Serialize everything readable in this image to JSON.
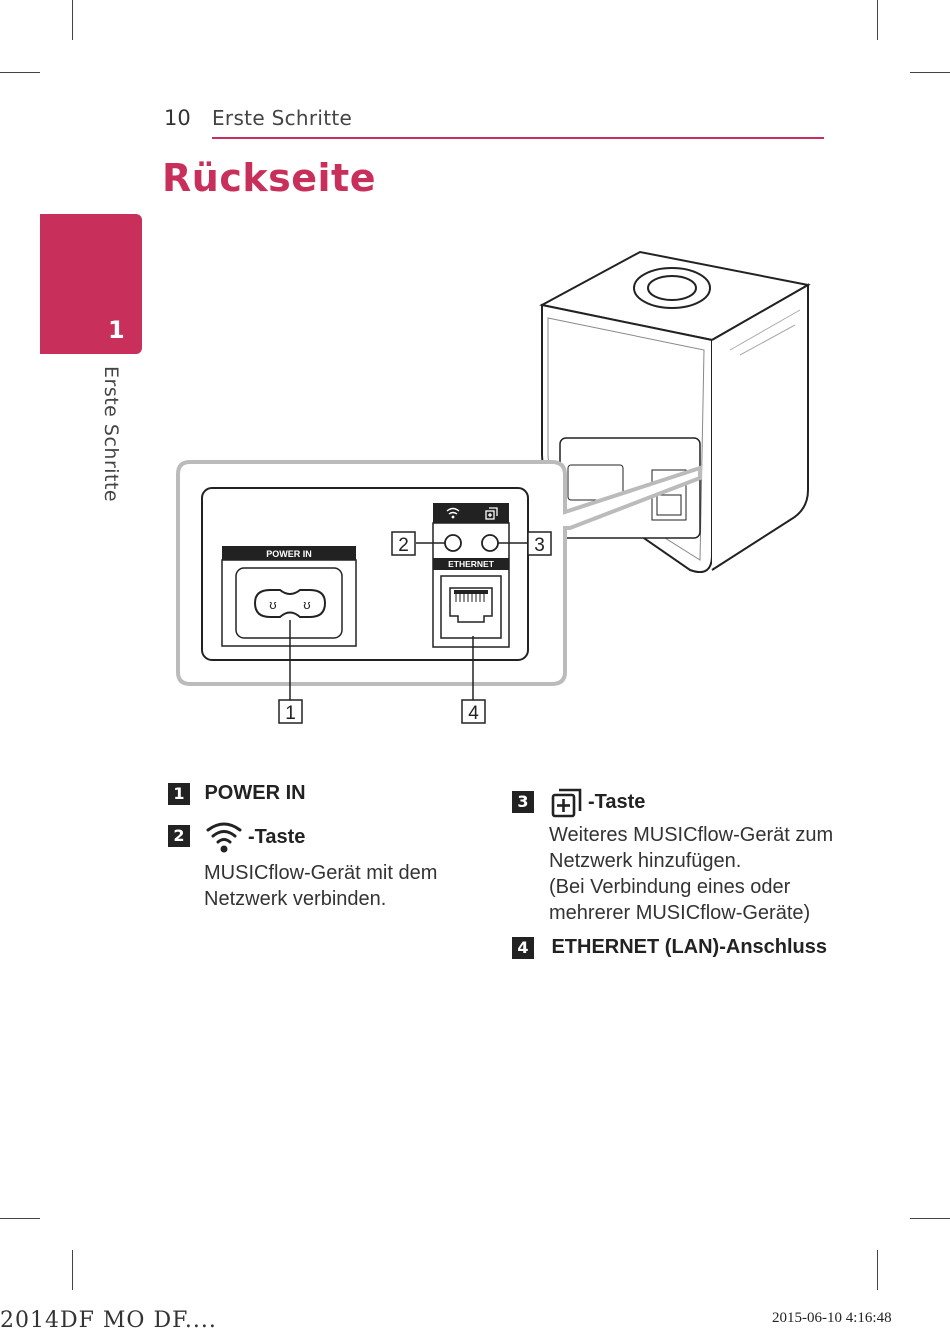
{
  "header": {
    "page_number": "10",
    "section": "Erste Schritte"
  },
  "title": "Rückseite",
  "side_tab": {
    "number": "1",
    "label": "Erste Schritte"
  },
  "diagram": {
    "label_power_in": "POWER IN",
    "label_ethernet": "ETHERNET",
    "callouts": [
      "1",
      "2",
      "3",
      "4"
    ]
  },
  "items": [
    {
      "badge": "1",
      "title": "POWER IN",
      "text": ""
    },
    {
      "badge": "2",
      "title": "-Taste",
      "icon": "wifi-icon",
      "text_line1": "MUSICflow-Gerät mit dem",
      "text_line2": "Netzwerk verbinden."
    },
    {
      "badge": "3",
      "title": "-Taste",
      "icon": "add-device-icon",
      "text_line1": "Weiteres MUSICflow-Gerät zum",
      "text_line2": "Netzwerk hinzufügen.",
      "text_line3": "(Bei Verbindung eines oder",
      "text_line4": "mehrerer MUSICflow-Geräte)"
    },
    {
      "badge": "4",
      "title": "ETHERNET (LAN)-Anschluss",
      "text": ""
    }
  ],
  "footer": {
    "left": "2014DF MO DF....",
    "right": "2015-06-10   4:16:48"
  },
  "colors": {
    "accent": "#c8305b"
  }
}
